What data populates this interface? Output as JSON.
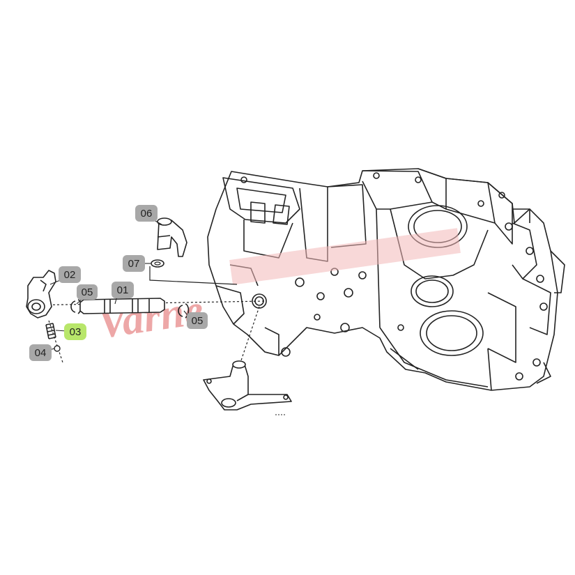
{
  "watermark": {
    "text": "Varne",
    "color": "#e88a8a"
  },
  "labels": {
    "p01": "01",
    "p02": "02",
    "p03": "03",
    "p04": "04",
    "p05a": "05",
    "p05b": "05",
    "p06": "06",
    "p07": "07"
  },
  "colors": {
    "label_bg": "#a8a8a8",
    "highlight_bg": "#b8e66a",
    "line": "#222222"
  }
}
